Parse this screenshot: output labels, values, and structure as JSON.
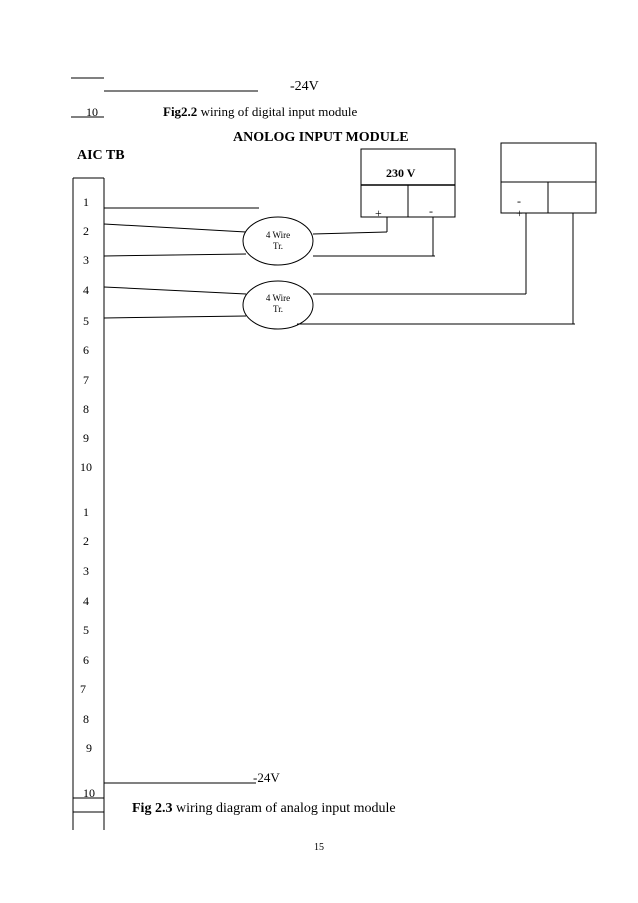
{
  "previous_figure": {
    "top_row_label": "10",
    "top_supply_label": "-24V",
    "caption_number": "Fig2.2",
    "caption_text": " wiring of digital input module"
  },
  "diagram": {
    "title": "ANOLOG INPUT MODULE",
    "tb_label": "AIC TB",
    "rows_first": [
      "1",
      "2",
      "3",
      "4",
      "5",
      "6",
      "7",
      "8",
      "9",
      "10"
    ],
    "rows_second": [
      "1",
      "2",
      "3",
      "4",
      "5",
      "6",
      "7",
      "8",
      "9",
      "10"
    ],
    "supply_box": {
      "voltage": "230 V",
      "plus": "+",
      "minus": "-"
    },
    "right_box": {
      "minus": "-",
      "plus": "+"
    },
    "transmitters": [
      {
        "line1": "4 Wire",
        "line2": "Tr."
      },
      {
        "line1": "4 Wire",
        "line2": "Tr."
      }
    ],
    "bottom_supply_label": "-24V"
  },
  "caption": {
    "number": "Fig 2.3",
    "text": " wiring diagram of analog input module"
  },
  "page_number": "15"
}
